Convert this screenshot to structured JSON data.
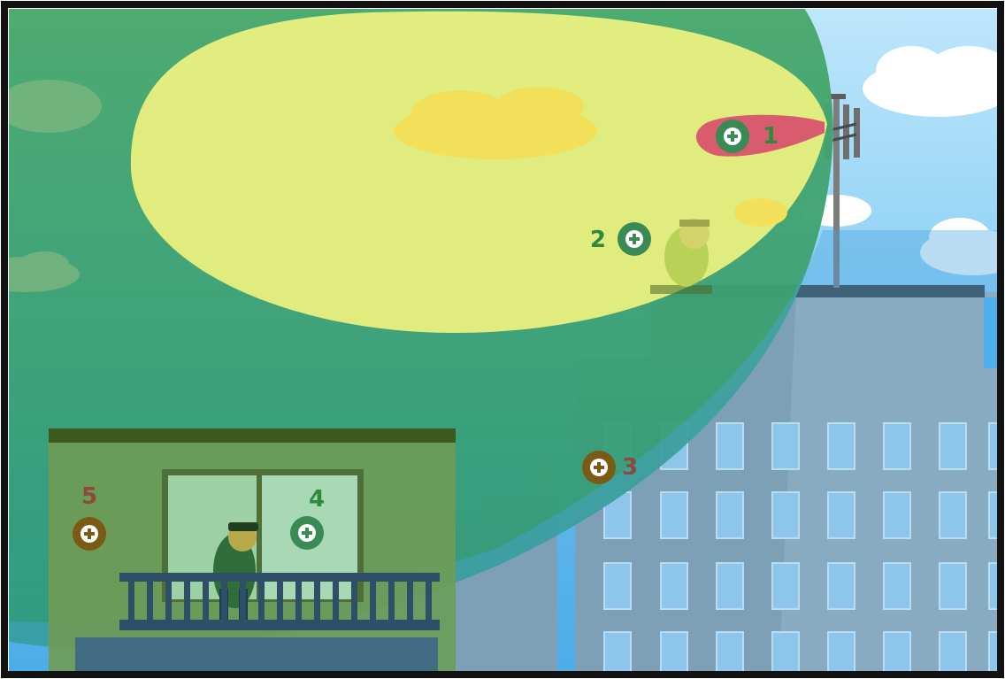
{
  "scene": {
    "colors": {
      "sky": "#4fb8f0",
      "beam_green": "#2e9e74",
      "main_lobe": "#e8f07a",
      "side_lobe": "#d65a6e",
      "building_gray": "#a6a6a6",
      "building_olive": "#6e9a55",
      "window": "#b9dcf2",
      "marker_green": "#3a8a55",
      "marker_brown": "#7a5a14",
      "label_green": "#2e8a3e",
      "label_brown": "#8b4a3a"
    }
  },
  "markers": [
    {
      "id": "1",
      "label": "1",
      "tone": "green",
      "icon": "plus-icon"
    },
    {
      "id": "2",
      "label": "2",
      "tone": "green",
      "icon": "plus-icon"
    },
    {
      "id": "3",
      "label": "3",
      "tone": "brown",
      "icon": "plus-icon"
    },
    {
      "id": "4",
      "label": "4",
      "tone": "green",
      "icon": "plus-icon"
    },
    {
      "id": "5",
      "label": "5",
      "tone": "brown",
      "icon": "plus-icon"
    }
  ]
}
